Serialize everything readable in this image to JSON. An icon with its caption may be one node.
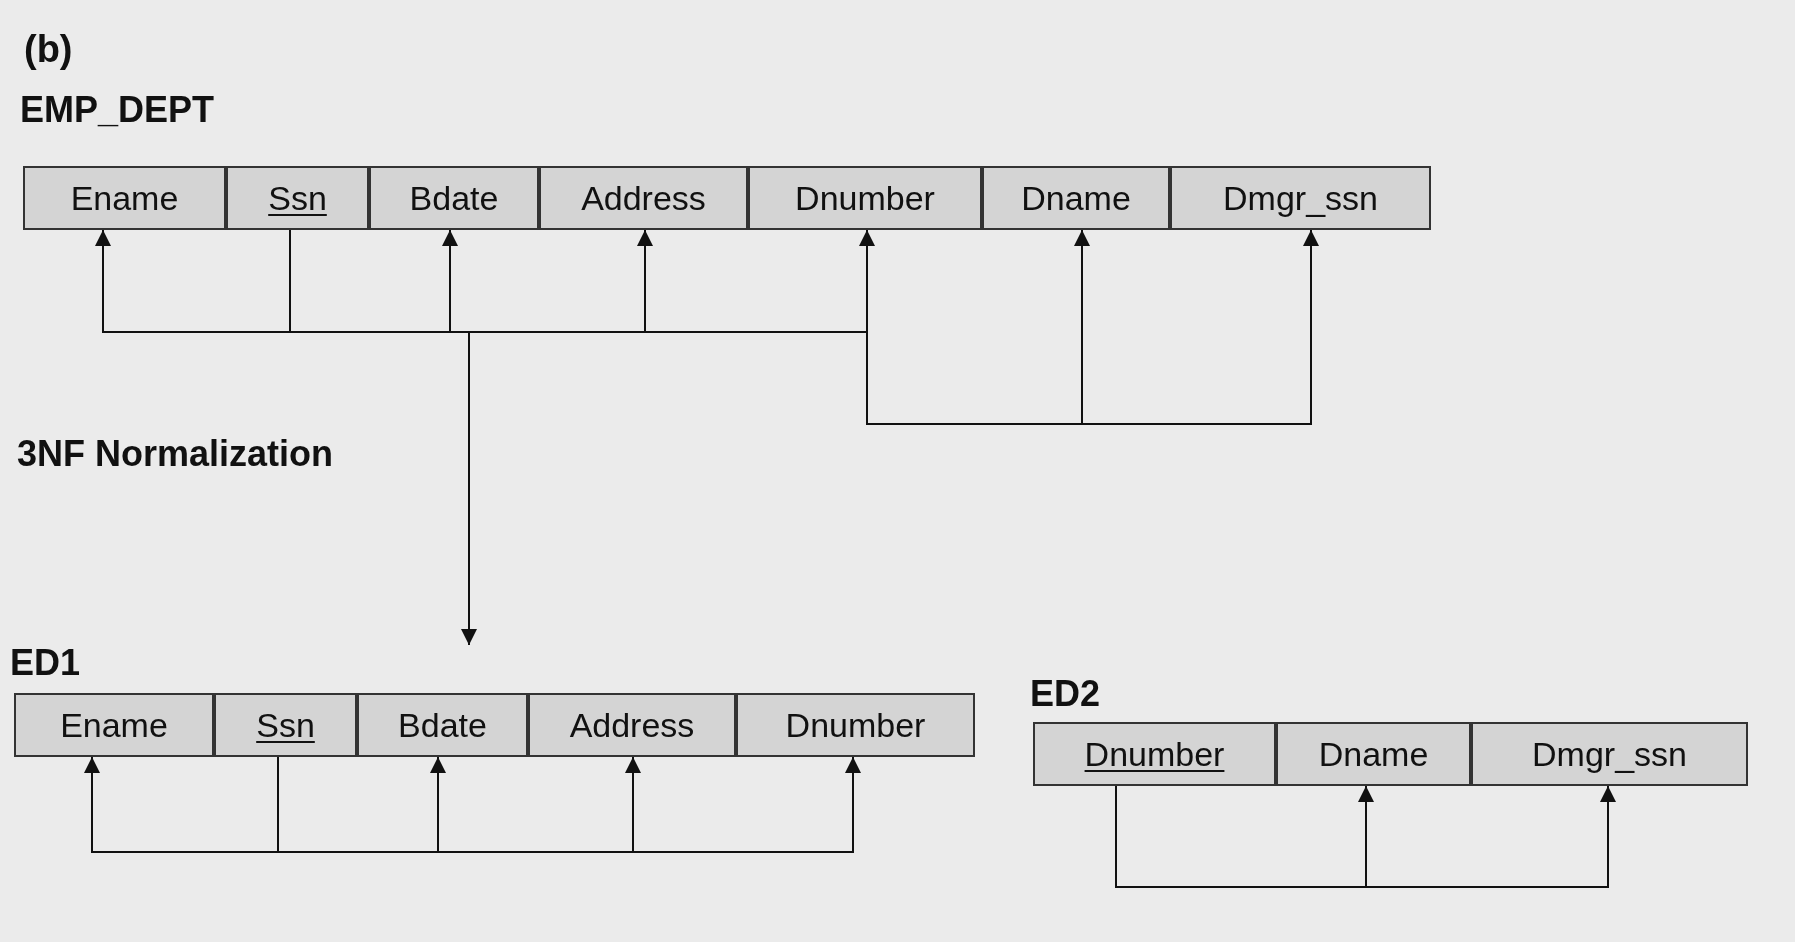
{
  "diagram": {
    "nodes": [
      {
        "text": [
          "EMP_DEPT"
        ]
      },
      {
        "text": [
          "Ename"
        ],
        "in": 0
      },
      {
        "text": [
          "Ssn"
        ],
        "in": 0
      },
      {
        "text": [
          "Bdate"
        ],
        "in": 0
      },
      {
        "text": [
          "Address"
        ],
        "in": 0
      },
      {
        "text": [
          "Dnumber"
        ],
        "in": 0
      },
      {
        "text": [
          "Dname"
        ],
        "in": 0
      },
      {
        "text": [
          "Dmgr_ssn"
        ],
        "in": 0
      },
      {
        "text": [
          "ED1"
        ]
      },
      {
        "text": [
          "Ename"
        ],
        "in": 8
      },
      {
        "text": [
          "Ssn"
        ],
        "in": 8
      },
      {
        "text": [
          "Bdate"
        ],
        "in": 8
      },
      {
        "text": [
          "Address"
        ],
        "in": 8
      },
      {
        "text": [
          "Dnumber"
        ],
        "in": 8
      },
      {
        "text": [
          "ED2"
        ]
      },
      {
        "text": [
          "Dnumber"
        ],
        "in": 14
      },
      {
        "text": [
          "Dname"
        ],
        "in": 14
      },
      {
        "text": [
          "Dmgr_ssn"
        ],
        "in": 14
      }
    ],
    "edges": [
      {
        "from": 2,
        "to": 1,
        "arrow": "to"
      },
      {
        "from": 2,
        "to": 3,
        "arrow": "to"
      },
      {
        "from": 2,
        "to": 4,
        "arrow": "to"
      },
      {
        "from": 2,
        "to": 5,
        "arrow": "to"
      },
      {
        "from": 5,
        "to": 6,
        "arrow": "to"
      },
      {
        "from": 5,
        "to": 7,
        "arrow": "to"
      },
      {
        "from": 0,
        "to": 8,
        "arrow": "to"
      },
      {
        "from": 10,
        "to": 9,
        "arrow": "to"
      },
      {
        "from": 10,
        "to": 11,
        "arrow": "to"
      },
      {
        "from": 10,
        "to": 12,
        "arrow": "to"
      },
      {
        "from": 10,
        "to": 13,
        "arrow": "to"
      },
      {
        "from": 15,
        "to": 16,
        "arrow": "to"
      },
      {
        "from": 15,
        "to": 17,
        "arrow": "to"
      }
    ],
    "labels": [
      "(b)",
      "3NF Normalization"
    ]
  }
}
